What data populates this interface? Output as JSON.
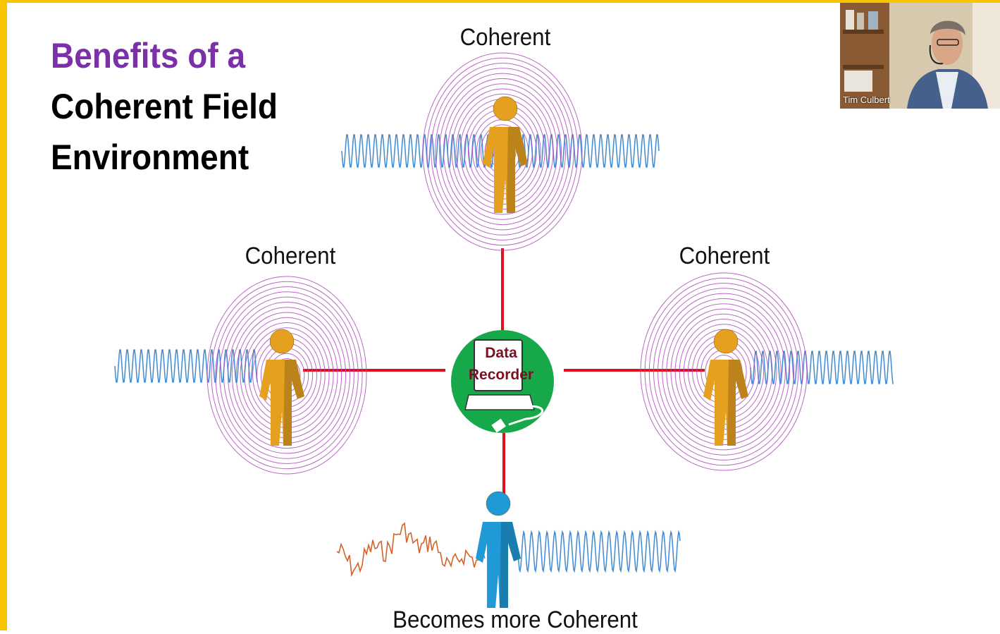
{
  "slide": {
    "title_line1": "Benefits of a",
    "title_line2": "Coherent Field",
    "title_line3": "Environment",
    "title_accent_color": "#7b2fa8",
    "labels": {
      "top": "Coherent",
      "left": "Coherent",
      "right": "Coherent",
      "bottom": "Becomes more Coherent"
    },
    "center_device": {
      "line1": "Data",
      "line2": "Recorder",
      "circle_color": "#17a84a"
    },
    "colors": {
      "connector": "#e0101c",
      "rings": "#b04bbd",
      "coherent_wave": "#4a8fd4",
      "incoherent_wave": "#d2632a",
      "coherent_person": "#e6a020",
      "receiving_person": "#1f9ad6",
      "frame": "#f7c500"
    }
  },
  "video_tile": {
    "participant_name": "Tim Culbert"
  }
}
